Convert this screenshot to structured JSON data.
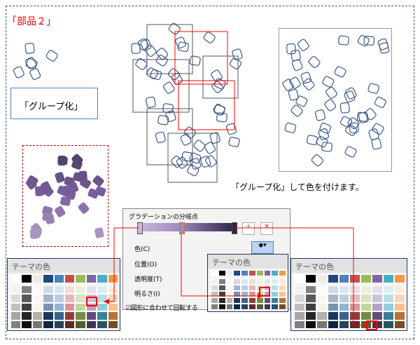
{
  "title": "「部品２」",
  "callout": "「グループ化」",
  "caption": "「グループ化」して色を付けます。",
  "gradient_panel": {
    "header": "グラデーションの分岐点",
    "color": "色(C)",
    "position": "位置(O)",
    "transparency": "透明度(T)",
    "brightness": "明るさ(I)",
    "rotate_checkbox": "図形に合わせて回転する",
    "rotate_checked": true
  },
  "palette_header": "テーマの色",
  "theme_colors": [
    "#FFFFFF",
    "#000000",
    "#EEECE1",
    "#1F497D",
    "#4F81BD",
    "#C0504D",
    "#9BBB59",
    "#8064A2",
    "#4BACC6",
    "#F79646"
  ],
  "accent": "#FF0000"
}
